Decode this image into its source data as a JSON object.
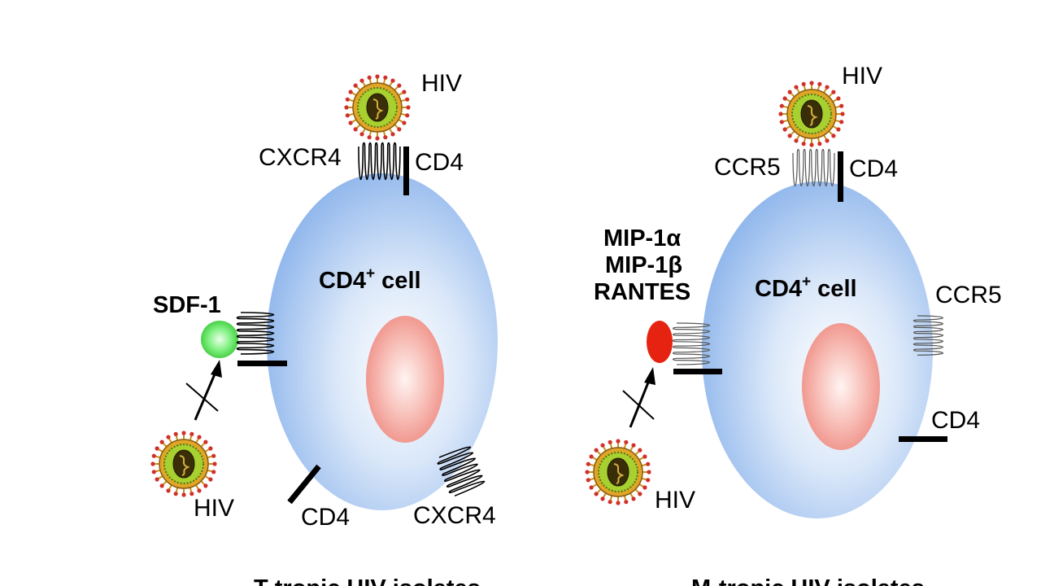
{
  "left_panel": {
    "hiv_top": "HIV",
    "hiv_bottom": "HIV",
    "receptor_top": "CXCR4",
    "cd4_top": "CD4",
    "cell_label_main": "CD4",
    "cell_label_sup": "+",
    "cell_label_suffix": " cell",
    "ligand": "SDF-1",
    "cd4_bottom": "CD4",
    "receptor_bottom": "CXCR4",
    "caption": "T-tropic HIV isolates",
    "colors": {
      "cell": "#a9c9f2",
      "nucleus": "#f6a39a",
      "ligand": "#58e058"
    }
  },
  "right_panel": {
    "hiv_top": "HIV",
    "hiv_bottom": "HIV",
    "receptor_top": "CCR5",
    "cd4_top": "CD4",
    "cell_label_main": "CD4",
    "cell_label_sup": "+",
    "cell_label_suffix": " cell",
    "ligands": [
      "MIP-1α",
      "MIP-1β",
      "RANTES"
    ],
    "receptor_right": "CCR5",
    "cd4_right": "CD4",
    "caption": "M-tropic HIV isolates",
    "colors": {
      "cell": "#a9c9f2",
      "nucleus": "#f6a39a",
      "ligand": "#e82010"
    }
  },
  "icons": {
    "virus": "hiv-virus-icon",
    "blocked_arrow": "blocked-arrow-icon"
  }
}
